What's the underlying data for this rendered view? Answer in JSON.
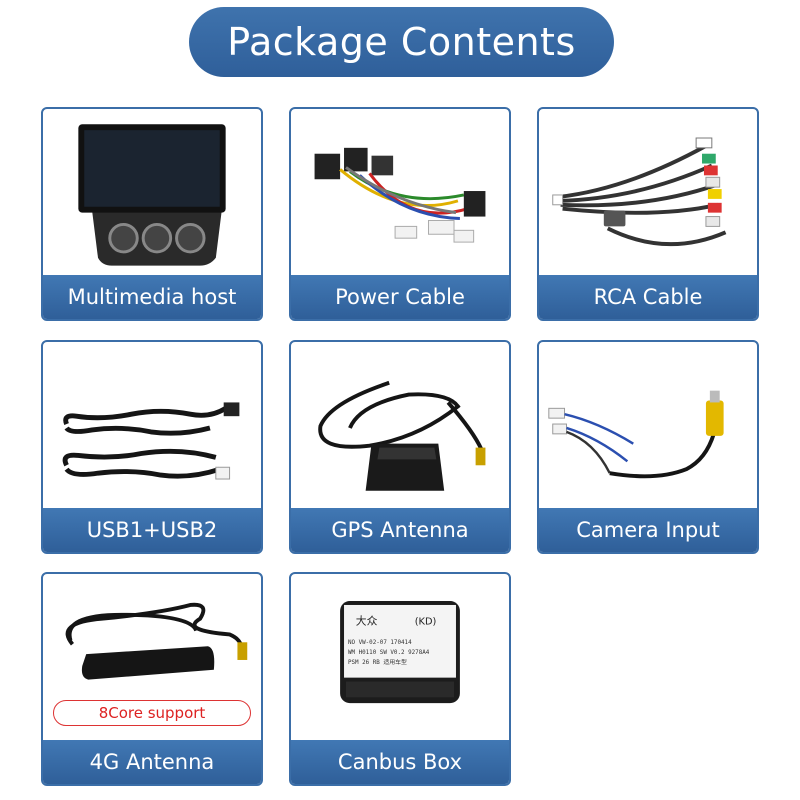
{
  "header": {
    "title": "Package Contents"
  },
  "items": [
    {
      "label": "Multimedia host",
      "icon": "head-unit-icon"
    },
    {
      "label": "Power Cable",
      "icon": "power-harness-icon"
    },
    {
      "label": "RCA Cable",
      "icon": "rca-cable-icon"
    },
    {
      "label": "USB1+USB2",
      "icon": "usb-cable-icon"
    },
    {
      "label": "GPS Antenna",
      "icon": "gps-antenna-icon"
    },
    {
      "label": "Camera Input",
      "icon": "camera-cable-icon"
    },
    {
      "label": "4G Antenna",
      "icon": "lte-antenna-icon",
      "badge": "8Core support"
    },
    {
      "label": "Canbus Box",
      "icon": "canbus-box-icon",
      "box_text": {
        "brand": "大众",
        "code": "(KD)",
        "line1": "NO VW-02-07   170414",
        "line2": "WM H0110  SW V0.2  9278A4",
        "line3": "PSM 26 RB 适用车型"
      }
    }
  ],
  "colors": {
    "accent": "#3b6ea8",
    "badge": "#d33333"
  }
}
